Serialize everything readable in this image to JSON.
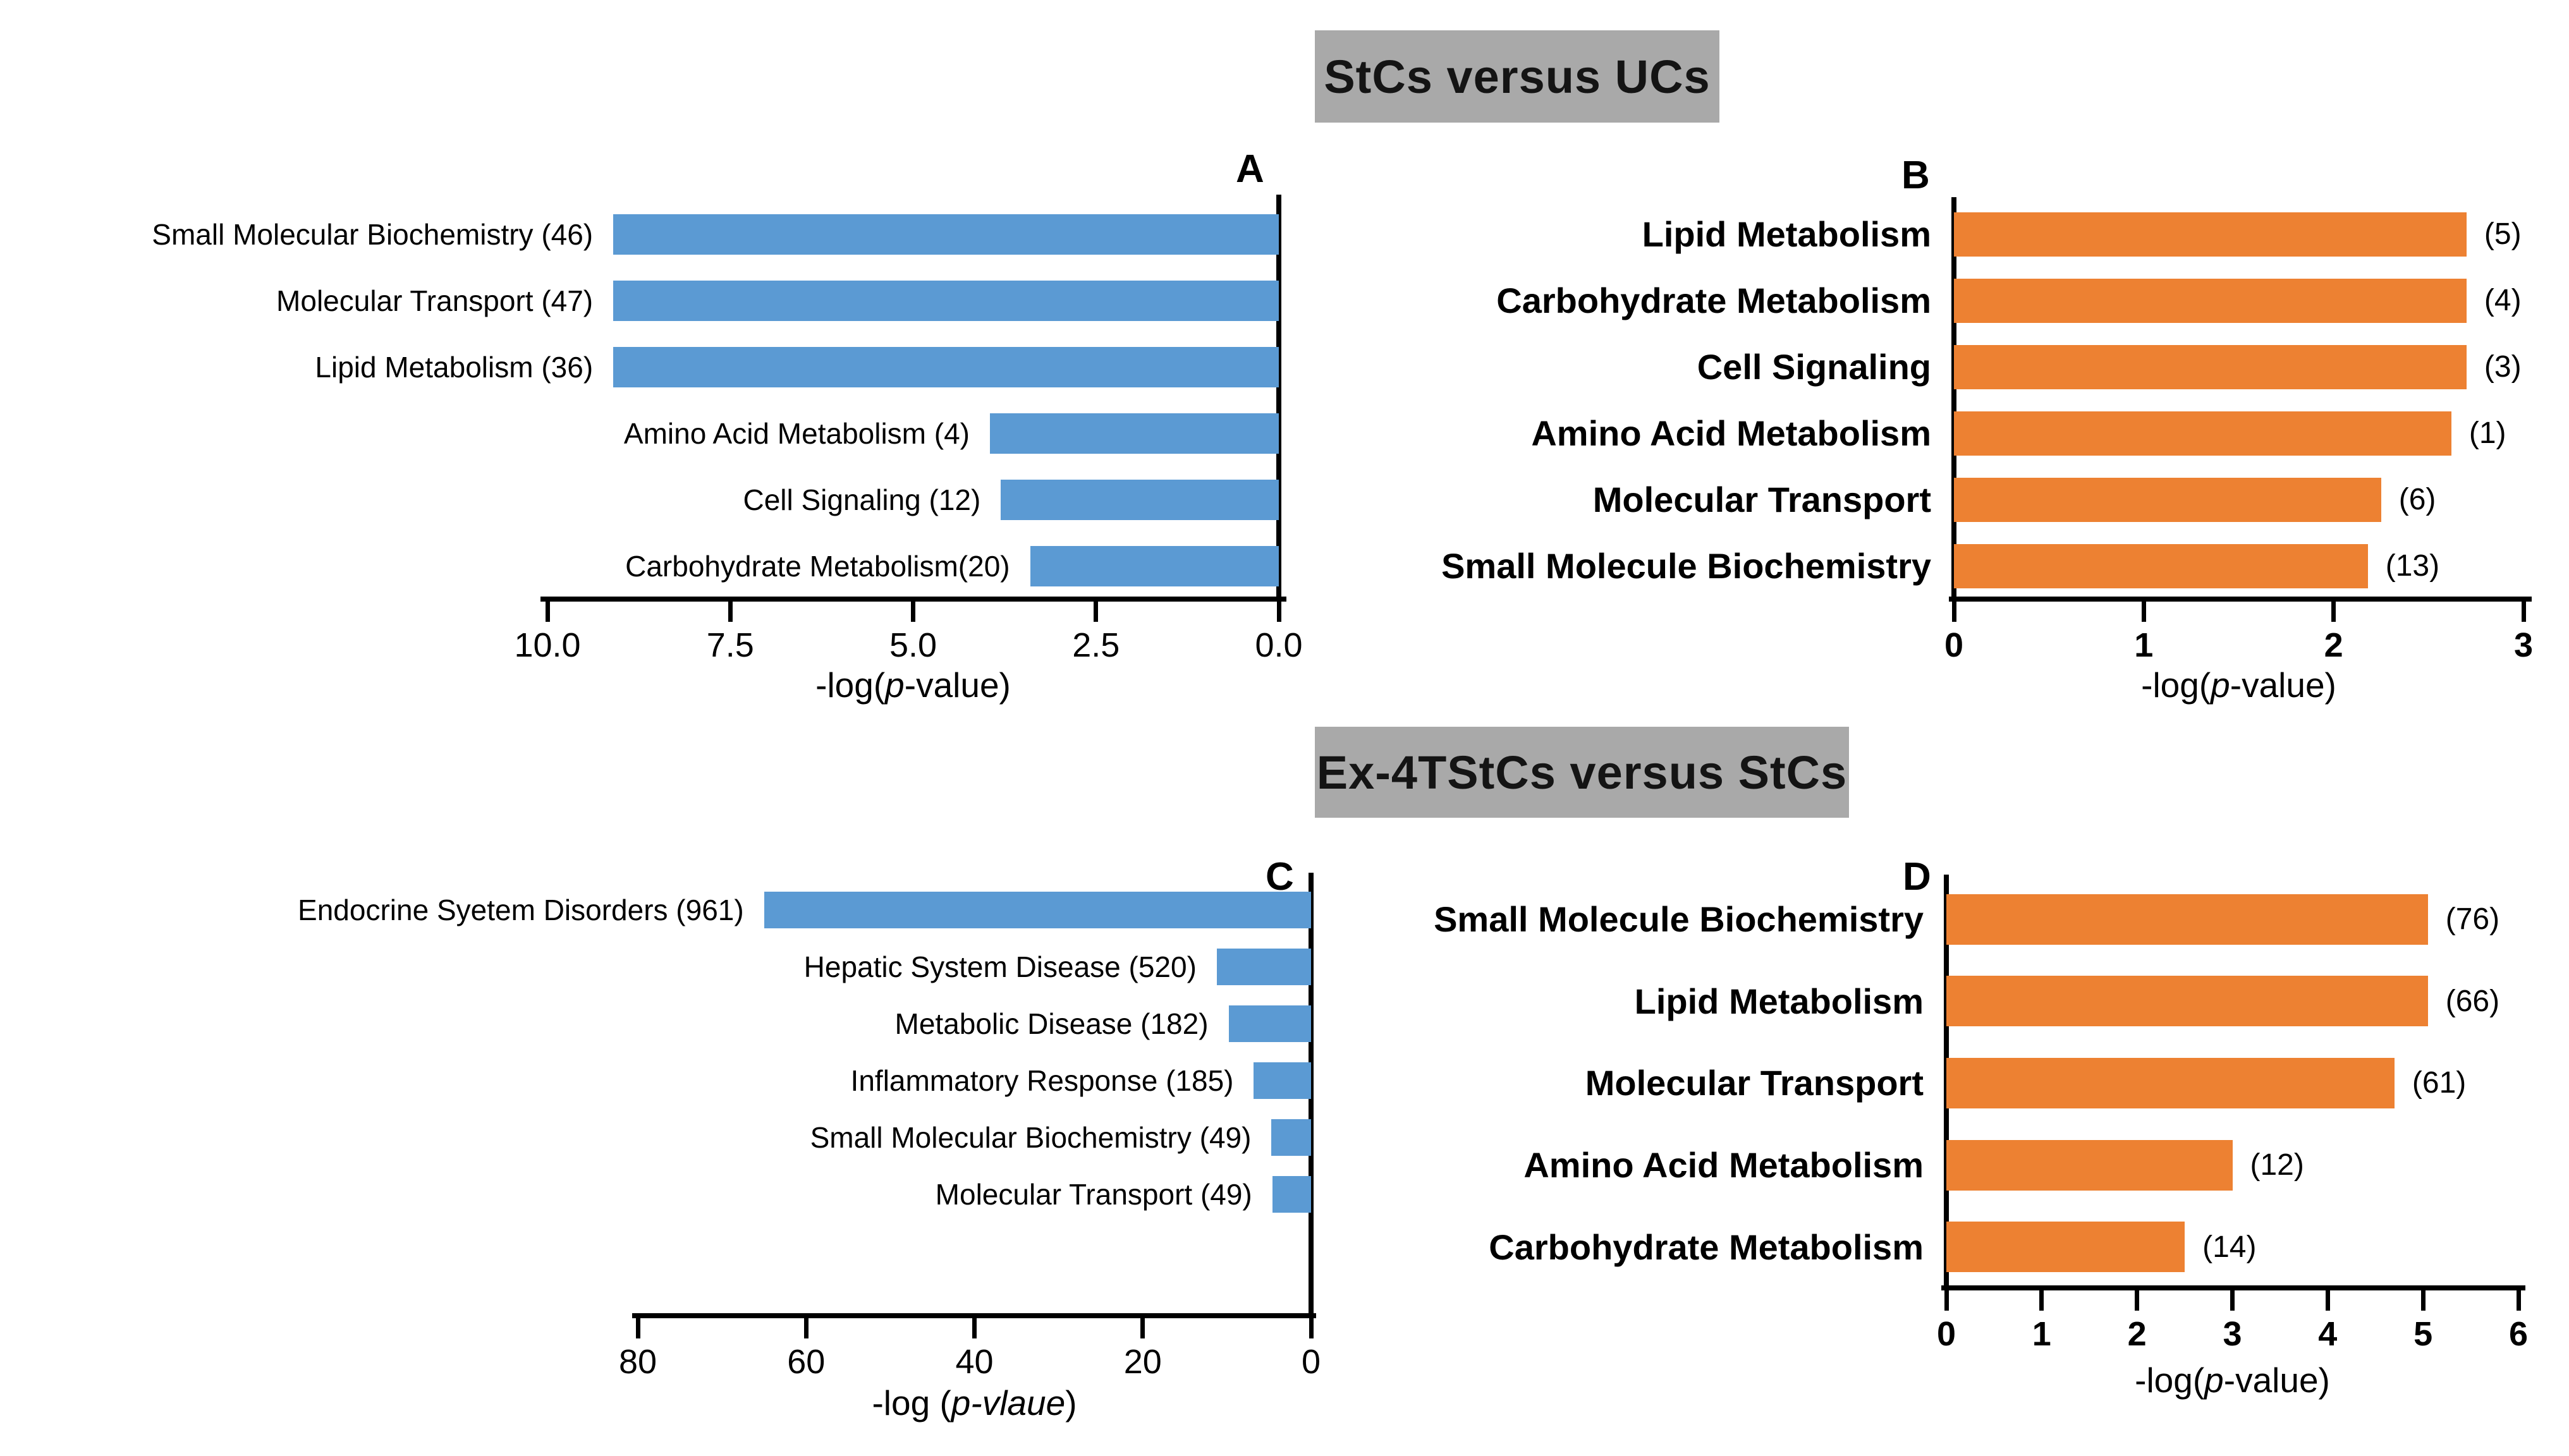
{
  "banners": [
    {
      "text": "StCs versus UCs"
    },
    {
      "text": "Ex-4TStCs versus StCs"
    }
  ],
  "colors": {
    "blue": "#5B9AD3",
    "orange": "#ED8132",
    "banner_bg": "#A9A9A9",
    "axis": "#000000"
  },
  "chart_data": [
    {
      "type": "bar",
      "panel": "A",
      "banner": "StCs versus UCs",
      "orientation": "horizontal",
      "value_axis_direction": "right-to-left",
      "bar_color_key": "blue",
      "xlabel_parts": {
        "pre": "-log(",
        "italic": "p",
        "post": "-value)"
      },
      "axis": {
        "min": 0,
        "max": 10,
        "tick_values": [
          10,
          7.5,
          5,
          2.5,
          0
        ],
        "tick_labels": [
          "10.0",
          "7.5",
          "5.0",
          "2.5",
          "0.0"
        ]
      },
      "bars": [
        {
          "label": "Small Molecular Biochemistry (46)",
          "value": 9.1
        },
        {
          "label": "Molecular Transport (47)",
          "value": 9.1
        },
        {
          "label": "Lipid Metabolism (36)",
          "value": 9.1
        },
        {
          "label": "Amino Acid Metabolism (4)",
          "value": 3.95
        },
        {
          "label": "Cell Signaling (12)",
          "value": 3.8
        },
        {
          "label": "Carbohydrate Metabolism(20)",
          "value": 3.4
        }
      ]
    },
    {
      "type": "bar",
      "panel": "B",
      "banner": "StCs versus UCs",
      "orientation": "horizontal",
      "value_axis_direction": "left-to-right",
      "bar_color_key": "orange",
      "xlabel_parts": {
        "pre": "-log(",
        "italic": "p",
        "post": "-value)"
      },
      "axis": {
        "min": 0,
        "max": 3,
        "tick_values": [
          0,
          1,
          2,
          3
        ],
        "tick_labels": [
          "0",
          "1",
          "2",
          "3"
        ]
      },
      "bars": [
        {
          "label": "Lipid Metabolism",
          "count": "(5)",
          "value": 2.7
        },
        {
          "label": "Carbohydrate Metabolism",
          "count": "(4)",
          "value": 2.7
        },
        {
          "label": "Cell Signaling",
          "count": "(3)",
          "value": 2.7
        },
        {
          "label": "Amino Acid Metabolism",
          "count": "(1)",
          "value": 2.62
        },
        {
          "label": "Molecular Transport",
          "count": "(6)",
          "value": 2.25
        },
        {
          "label": "Small Molecule Biochemistry",
          "count": "(13)",
          "value": 2.18
        }
      ]
    },
    {
      "type": "bar",
      "panel": "C",
      "banner": "Ex-4TStCs versus StCs",
      "orientation": "horizontal",
      "value_axis_direction": "right-to-left",
      "bar_color_key": "blue",
      "xlabel_parts": {
        "pre": "-log (",
        "italic": "p-vlaue",
        "post": ")"
      },
      "axis": {
        "min": 0,
        "max": 80,
        "tick_values": [
          80,
          60,
          40,
          20,
          0
        ],
        "tick_labels": [
          "80",
          "60",
          "40",
          "20",
          "0"
        ]
      },
      "bars": [
        {
          "label": "Endocrine Syetem Disorders (961)",
          "value": 65
        },
        {
          "label": "Hepatic System Disease (520)",
          "value": 11.2
        },
        {
          "label": "Metabolic Disease (182)",
          "value": 9.8
        },
        {
          "label": "Inflammatory Response (185)",
          "value": 6.8
        },
        {
          "label": "Small Molecular Biochemistry (49)",
          "value": 4.7
        },
        {
          "label": "Molecular Transport (49)",
          "value": 4.6
        }
      ]
    },
    {
      "type": "bar",
      "panel": "D",
      "banner": "Ex-4TStCs versus StCs",
      "orientation": "horizontal",
      "value_axis_direction": "left-to-right",
      "bar_color_key": "orange",
      "xlabel_parts": {
        "pre": "-log(",
        "italic": "p",
        "post": "-value)"
      },
      "axis": {
        "min": 0,
        "max": 6,
        "tick_values": [
          0,
          1,
          2,
          3,
          4,
          5,
          6
        ],
        "tick_labels": [
          "0",
          "1",
          "2",
          "3",
          "4",
          "5",
          "6"
        ]
      },
      "bars": [
        {
          "label": "Small Molecule Biochemistry",
          "count": "(76)",
          "value": 5.05
        },
        {
          "label": "Lipid Metabolism",
          "count": "(66)",
          "value": 5.05
        },
        {
          "label": "Molecular Transport",
          "count": "(61)",
          "value": 4.7
        },
        {
          "label": "Amino Acid Metabolism",
          "count": "(12)",
          "value": 3.0
        },
        {
          "label": "Carbohydrate Metabolism",
          "count": "(14)",
          "value": 2.5
        }
      ]
    }
  ]
}
